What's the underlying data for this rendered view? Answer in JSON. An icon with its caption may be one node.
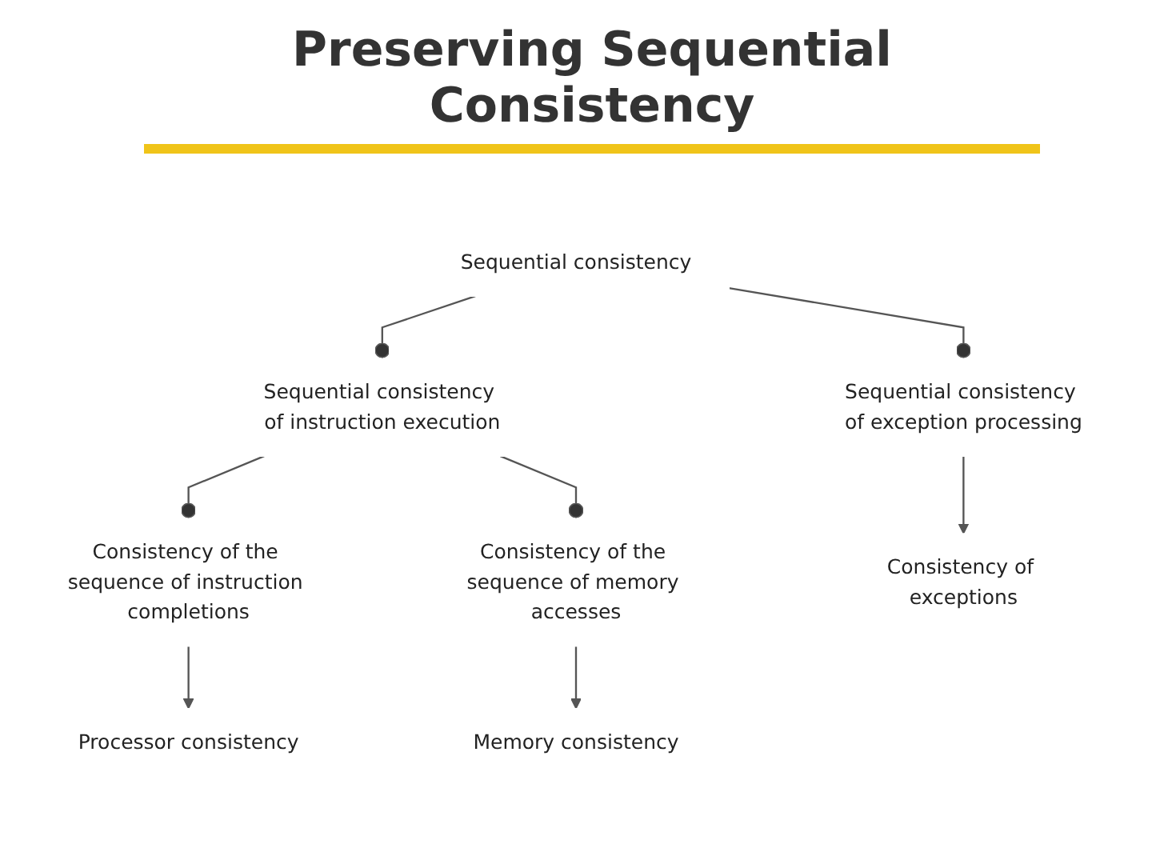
{
  "diagram": {
    "title": "Preserving Sequential Consistency",
    "nodes": [
      {
        "text": [
          "Sequential consistency"
        ]
      },
      {
        "text": [
          "Sequential consistency of instruction execution"
        ]
      },
      {
        "text": [
          "Sequential consistency of exception processing"
        ]
      },
      {
        "text": [
          "Consistency of the sequence of instruction completions"
        ]
      },
      {
        "text": [
          "Consistency of the sequence of memory accesses"
        ]
      },
      {
        "text": [
          "Processor consistency"
        ]
      },
      {
        "text": [
          "Memory consistency"
        ]
      },
      {
        "text": [
          "Consistency of exceptions"
        ]
      }
    ],
    "edges": [
      {
        "from": 0,
        "to": 1,
        "arrow": "other"
      },
      {
        "from": 0,
        "to": 2,
        "arrow": "other"
      },
      {
        "from": 1,
        "to": 3,
        "arrow": "other"
      },
      {
        "from": 1,
        "to": 4,
        "arrow": "other"
      },
      {
        "from": 3,
        "to": 5,
        "arrow": "to"
      },
      {
        "from": 4,
        "to": 6,
        "arrow": "to"
      },
      {
        "from": 2,
        "to": 7,
        "arrow": "to"
      }
    ]
  }
}
